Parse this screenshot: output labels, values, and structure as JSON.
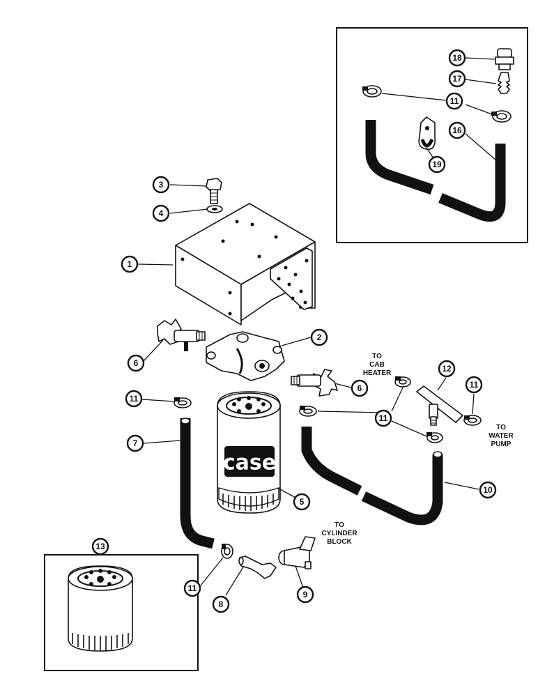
{
  "callouts": {
    "c1": "1",
    "c2": "2",
    "c3": "3",
    "c4": "4",
    "c5": "5",
    "c6a": "6",
    "c6b": "6",
    "c7": "7",
    "c8": "8",
    "c9": "9",
    "c10": "10",
    "c11a": "11",
    "c11b": "11",
    "c11c": "11",
    "c11d": "11",
    "c11e": "11",
    "c12": "12",
    "c13": "13",
    "c16": "16",
    "c17": "17",
    "c18": "18",
    "c19": "19"
  },
  "notes": {
    "cab_heater": [
      "TO",
      "CAB",
      "HEATER"
    ],
    "water_pump": [
      "TO",
      "WATER",
      "PUMP"
    ],
    "cylinder_block": [
      "TO",
      "CYLINDER",
      "BLOCK"
    ]
  },
  "filter_brand": "case"
}
